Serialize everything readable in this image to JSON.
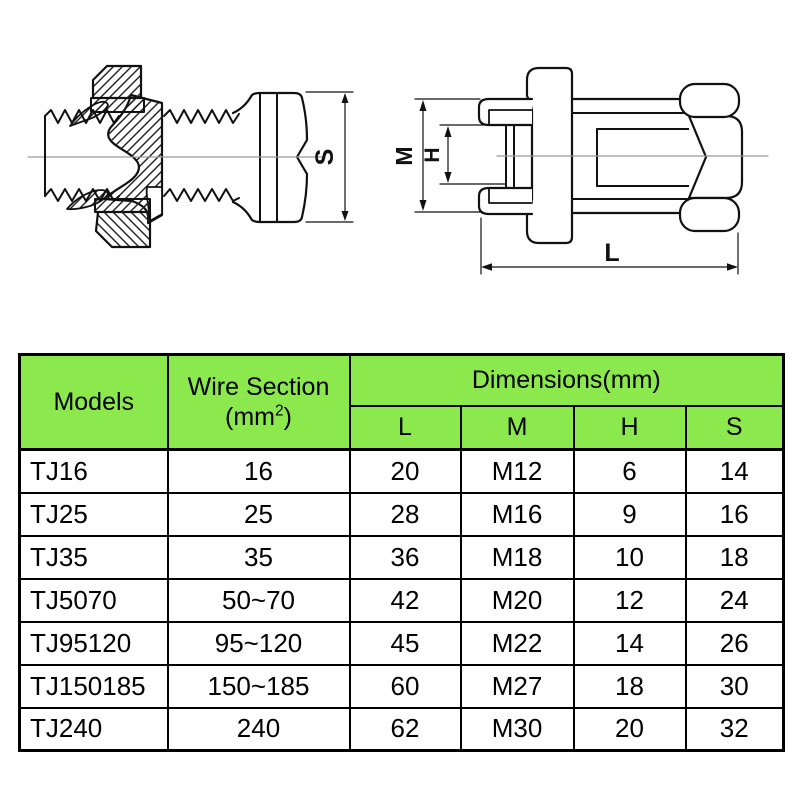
{
  "drawings": {
    "left_view": {
      "dim_s": "S"
    },
    "right_view": {
      "dim_m": "M",
      "dim_h": "H",
      "dim_l": "L"
    }
  },
  "table": {
    "header": {
      "models": "Models",
      "wire_section_title": "Wire Section",
      "wire_unit_open": "(mm",
      "wire_unit_sup": "2",
      "wire_unit_close": ")",
      "dimensions": "Dimensions(mm)",
      "dim_cols": [
        "L",
        "M",
        "H",
        "S"
      ]
    },
    "rows": [
      {
        "model": "TJ16",
        "wire": "16",
        "l": "20",
        "m": "M12",
        "h": "6",
        "s": "14"
      },
      {
        "model": "TJ25",
        "wire": "25",
        "l": "28",
        "m": "M16",
        "h": "9",
        "s": "16"
      },
      {
        "model": "TJ35",
        "wire": "35",
        "l": "36",
        "m": "M18",
        "h": "10",
        "s": "18"
      },
      {
        "model": "TJ5070",
        "wire": "50~70",
        "l": "42",
        "m": "M20",
        "h": "12",
        "s": "24"
      },
      {
        "model": "TJ95120",
        "wire": "95~120",
        "l": "45",
        "m": "M22",
        "h": "14",
        "s": "26"
      },
      {
        "model": "TJ150185",
        "wire": "150~185",
        "l": "60",
        "m": "M27",
        "h": "18",
        "s": "30"
      },
      {
        "model": "TJ240",
        "wire": "240",
        "l": "62",
        "m": "M30",
        "h": "20",
        "s": "32"
      }
    ]
  },
  "colors": {
    "header_green": "#8ce94d",
    "line_black": "#111111"
  }
}
